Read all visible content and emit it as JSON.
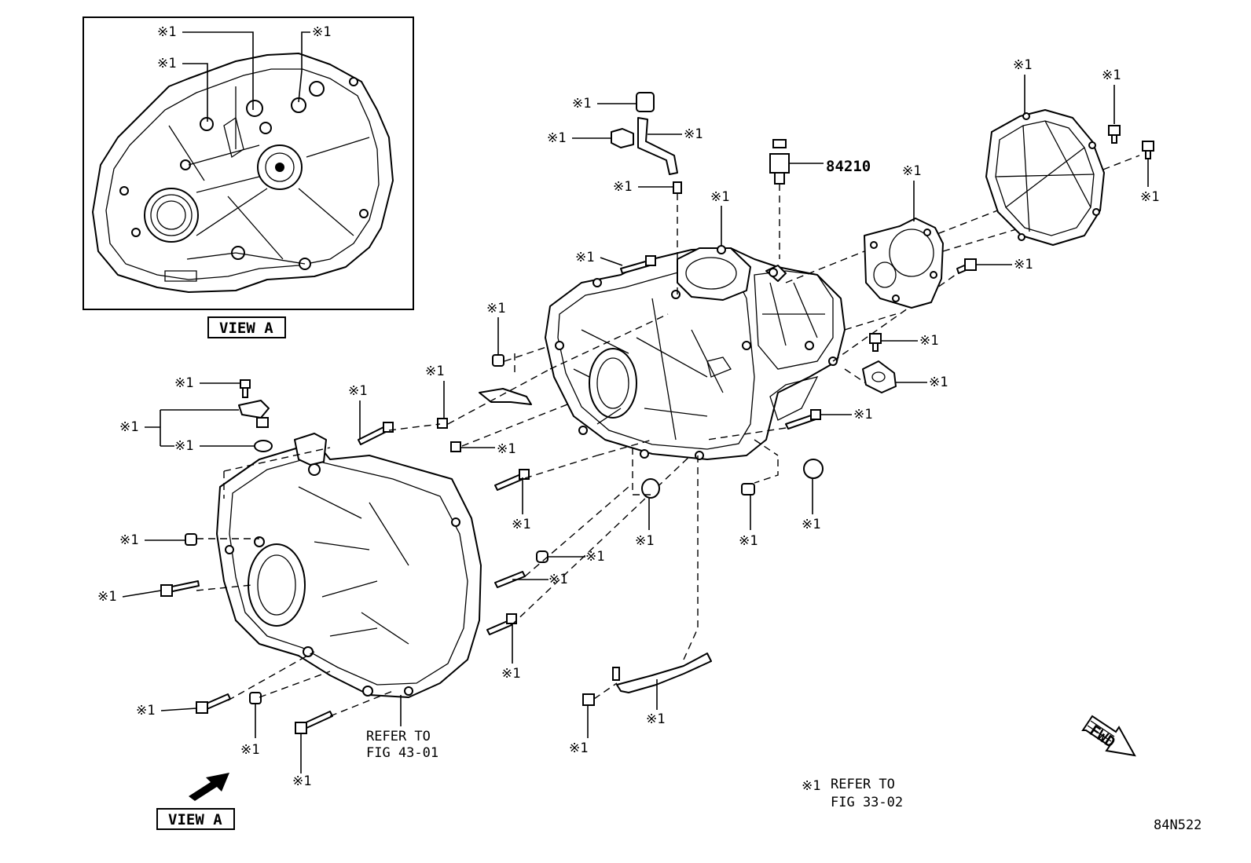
{
  "diagram": {
    "callout": "※1",
    "part_number_sensor": "84210",
    "view_label": "VIEW A",
    "refer_left_line1": "REFER TO",
    "refer_left_line2": "FIG 43-01",
    "note_mark": "※1",
    "note_line1": "REFER TO",
    "note_line2": "FIG 33-02",
    "fwd_label": "FWD",
    "figure_code": "84N522"
  }
}
